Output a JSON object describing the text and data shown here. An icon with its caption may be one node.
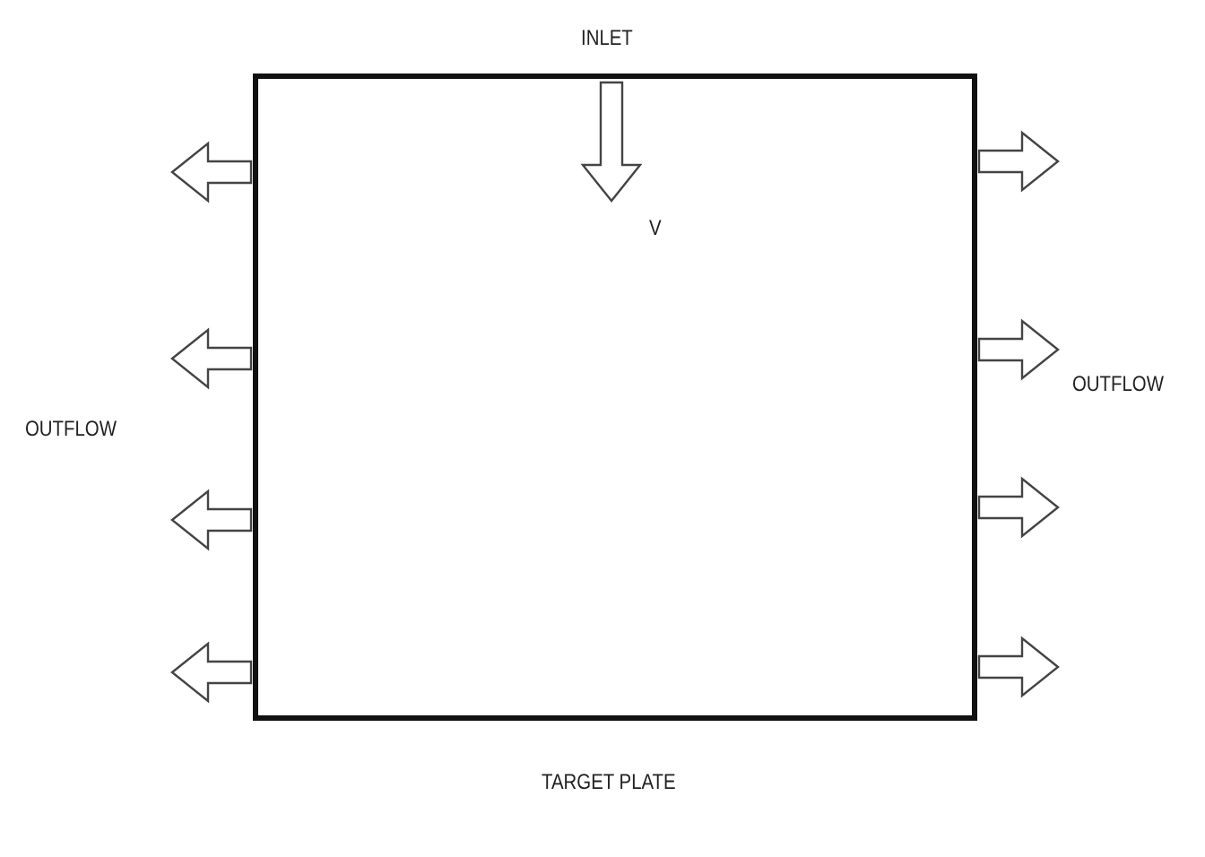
{
  "diagram": {
    "nodes": [
      {
        "text": [],
        "shape": "box"
      }
    ],
    "labels": [
      "INLET",
      "V",
      "OUTFLOW",
      "OUTFLOW",
      "TARGET PLATE"
    ]
  }
}
